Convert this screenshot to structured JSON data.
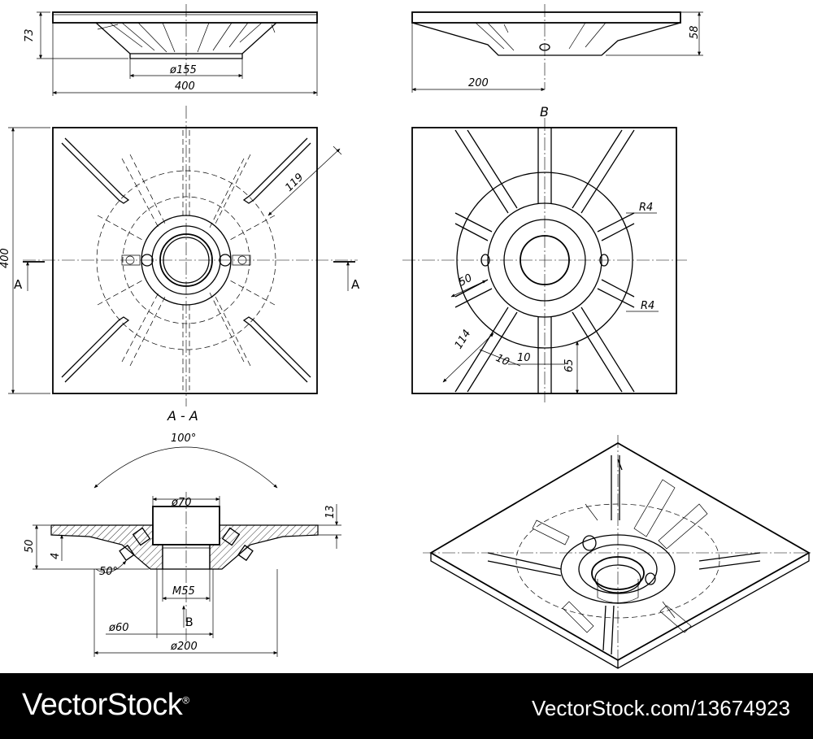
{
  "drawing": {
    "dimensions": {
      "height_73": "73",
      "dia_155": "ø155",
      "width_400_top": "400",
      "height_58": "58",
      "width_200": "200",
      "view_b_title": "B",
      "height_400": "400",
      "dim_119": "119",
      "section_mark_left": "A",
      "section_mark_right": "A",
      "r4_top": "R4",
      "r4_bottom": "R4",
      "dim_50": "50",
      "dim_114": "114",
      "dim_10a": "10",
      "dim_10b": "10",
      "dim_65": "65",
      "section_title": "A - A",
      "angle_100": "100°",
      "dia_70": "ø70",
      "dim_13": "13",
      "dim_50_side": "50",
      "dim_4": "4",
      "angle_50": "50°",
      "thread_m55": "M55",
      "dia_60": "ø60",
      "view_b_arrow": "B",
      "dia_200": "ø200"
    }
  },
  "footer": {
    "brand": "VectorStock",
    "brand_mark": "®",
    "stock_id": "VectorStock.com/13674923"
  }
}
